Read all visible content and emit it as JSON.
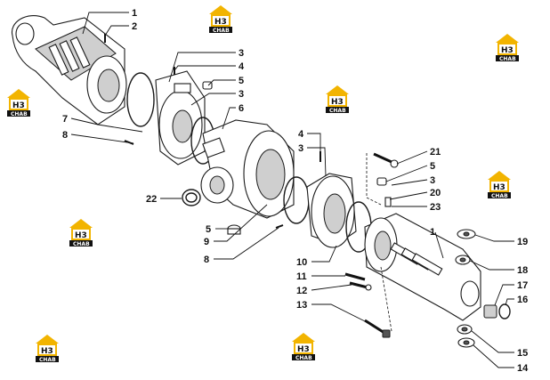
{
  "watermark": {
    "mark": "H3",
    "sub": "CHAB",
    "accent_color": "#f2b400"
  },
  "callouts": [
    "1",
    "2",
    "3",
    "4",
    "5",
    "3",
    "6",
    "7",
    "8",
    "4",
    "3",
    "21",
    "5",
    "3",
    "20",
    "23",
    "22",
    "5",
    "9",
    "8",
    "10",
    "11",
    "12",
    "13",
    "1",
    "19",
    "18",
    "17",
    "16",
    "15",
    "14"
  ]
}
